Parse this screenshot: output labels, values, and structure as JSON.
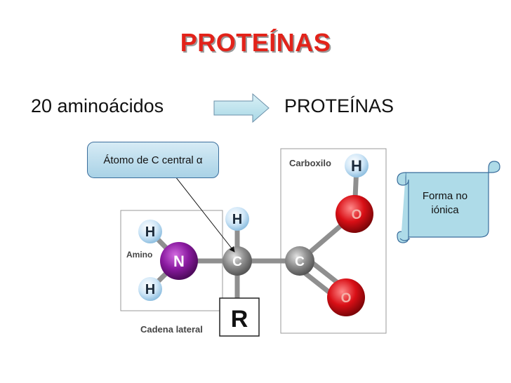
{
  "slide": {
    "title": "PROTEÍNAS",
    "left_text": "20 aminoácidos",
    "right_text": "PROTEÍNAS"
  },
  "callouts": {
    "alpha_carbon": "Átomo de C central α",
    "scroll_note_line1": "Forma no",
    "scroll_note_line2": "iónica"
  },
  "molecule": {
    "amino_label": "Amino",
    "carboxyl_label": "Carboxilo",
    "side_chain_label": "Cadena lateral",
    "r_group": "R",
    "atoms": {
      "h_amino_top": "H",
      "h_amino_bottom": "H",
      "nitrogen": "N",
      "h_alpha": "H",
      "c_alpha": "C",
      "c_carboxyl": "C",
      "o_hydroxyl": "O",
      "o_carbonyl": "O",
      "h_hydroxyl": "H"
    }
  },
  "colors": {
    "title": "#e2231a",
    "arrow_fill": "#bfe4ee",
    "scroll_fill": "#aedbe8",
    "hydrogen": "#cfe6f7",
    "nitrogen": "#8a1aa0",
    "carbon": "#8c8c8c",
    "oxygen": "#d90f16"
  }
}
